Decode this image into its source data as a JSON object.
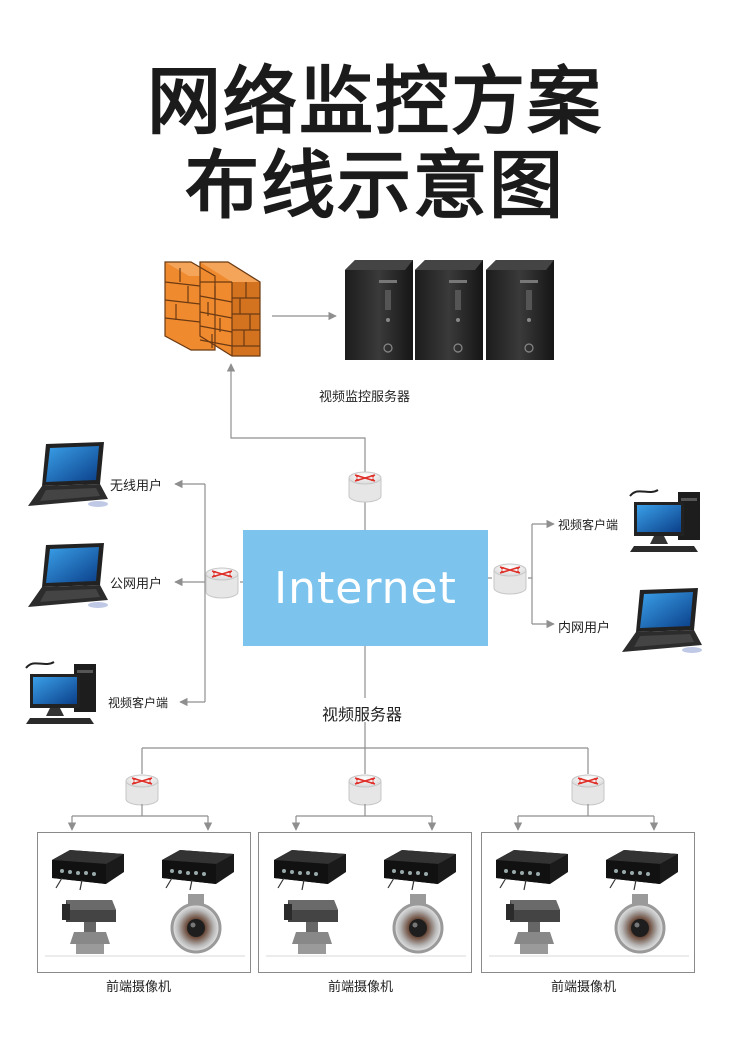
{
  "title": {
    "line1": "网络监控方案",
    "line2": "布线示意图"
  },
  "labels": {
    "monitor_server": "视频监控服务器",
    "video_server": "视频服务器",
    "internet": "Internet",
    "wireless_user": "无线用户",
    "public_user": "公网用户",
    "video_client_left": "视频客户端",
    "video_client_right": "视频客户端",
    "intranet_user": "内网用户"
  },
  "front_groups": [
    {
      "label": "前端摄像机"
    },
    {
      "label": "前端摄像机"
    },
    {
      "label": "前端摄像机"
    }
  ],
  "colors": {
    "internet_box": "#7cc4ee",
    "firewall": "#f08a2e",
    "router_arrow": "#e0302a",
    "line": "#8f8f8f"
  }
}
